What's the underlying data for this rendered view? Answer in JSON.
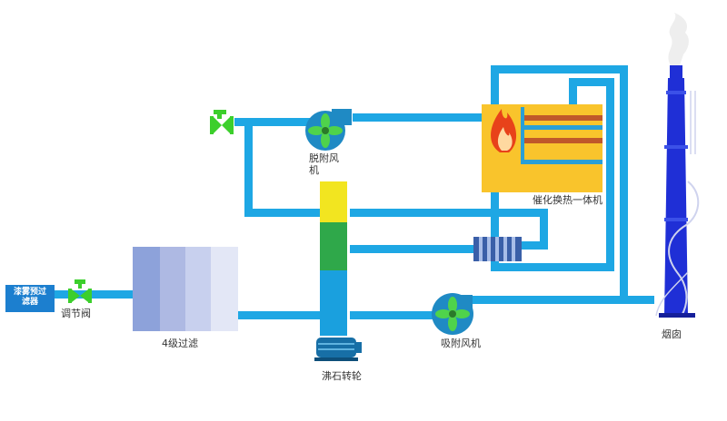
{
  "labels": {
    "pre_filter_line1": "漆雾预过",
    "pre_filter_line2": "滤器",
    "regulating_valve": "调节阀",
    "multi_filter": "4级过滤",
    "zeolite_rotor": "沸石转轮",
    "desorption_fan_line1": "脱附风",
    "desorption_fan_line2": "机",
    "catalytic_unit": "催化换热一体机",
    "adsorption_fan": "吸附风机",
    "chimney": "烟囱"
  },
  "colors": {
    "pipe": "#1ea7e4",
    "valve": "#3ccf2c",
    "fan_housing": "#1f8ac4",
    "fan_blade": "#4fd34b",
    "rotor_yellow": "#f2e520",
    "rotor_green": "#2fa84a",
    "rotor_blue": "#1aa0de",
    "catalytic_body": "#f9c42c",
    "chimney": "#1f2fd6",
    "pre_filter_box": "#1c7fcf"
  },
  "icons": [
    "valve-icon",
    "fan-icon",
    "flame-icon",
    "motor-icon",
    "heat-exchanger-icon"
  ]
}
